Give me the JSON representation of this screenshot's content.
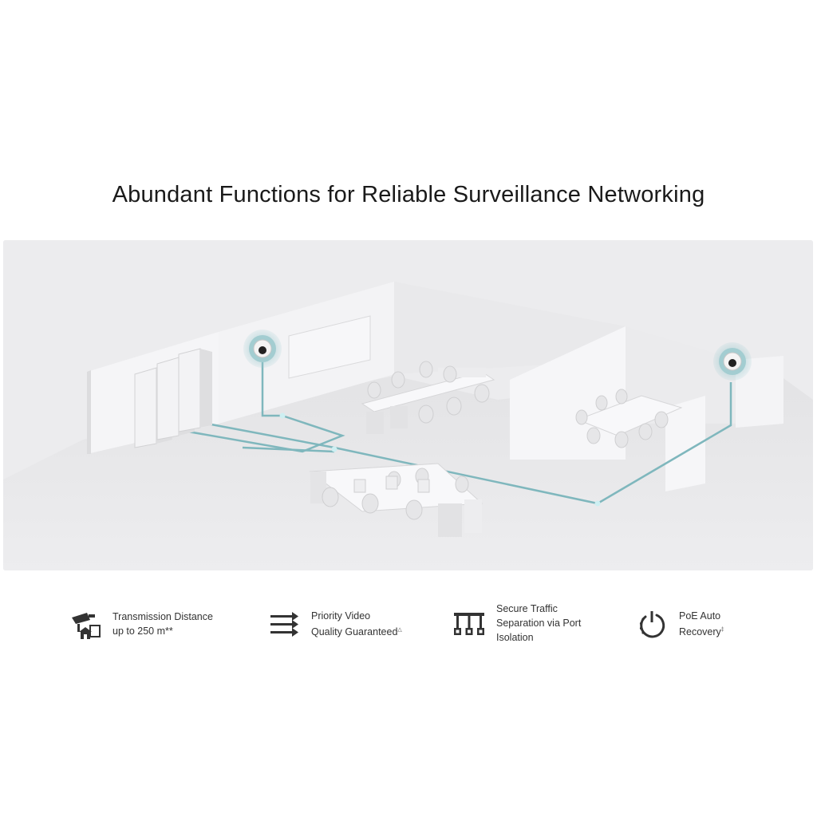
{
  "page": {
    "title": "Abundant Functions for Reliable Surveillance Networking"
  },
  "colors": {
    "cable": "#7fb7bd",
    "camera_glow": "#8fbfc4",
    "wall": "#f2f2f4",
    "floor": "#e4e4e6",
    "icon": "#333333"
  },
  "features": [
    {
      "icon": "long-range-camera-icon",
      "lines": [
        "Transmission Distance",
        "up to 250 m**"
      ]
    },
    {
      "icon": "priority-arrows-icon",
      "lines": [
        "Priority Video",
        "Quality Guaranteed"
      ],
      "mark": "△"
    },
    {
      "icon": "port-isolation-icon",
      "lines": [
        "Secure Traffic",
        "Separation via Port",
        "Isolation"
      ]
    },
    {
      "icon": "power-recovery-icon",
      "lines": [
        "PoE Auto",
        "Recovery"
      ],
      "mark": "‡"
    }
  ]
}
